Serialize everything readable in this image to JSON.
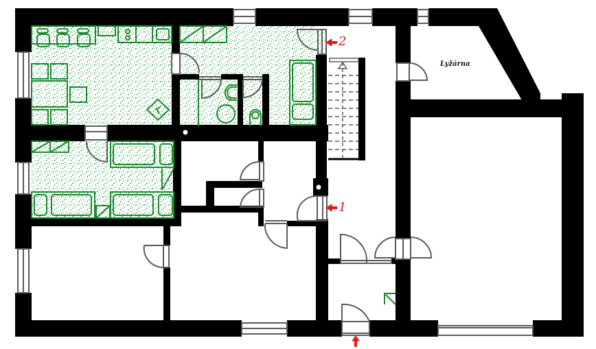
{
  "plan": {
    "type": "floor-plan",
    "colors": {
      "wall": "#000000",
      "furnished_floor": "#1f9a3a",
      "furniture_line": "#1a8a2e",
      "door_window_line": "#5a5a5a",
      "marker": "#e0191f",
      "background": "#ffffff"
    },
    "rooms": [
      {
        "id": "kitchen-dining",
        "label": "",
        "furnished": true
      },
      {
        "id": "bedroom-upper",
        "label": "",
        "furnished": true
      },
      {
        "id": "bathroom",
        "label": "",
        "furnished": true
      },
      {
        "id": "wc",
        "label": "",
        "furnished": true
      },
      {
        "id": "bedroom-lower",
        "label": "",
        "furnished": true
      },
      {
        "id": "room-southwest",
        "label": "",
        "furnished": false
      },
      {
        "id": "room-south-center",
        "label": "",
        "furnished": false
      },
      {
        "id": "stair-hall",
        "label": "",
        "furnished": false
      },
      {
        "id": "ski-room",
        "label": "Lyžárna",
        "furnished": false
      },
      {
        "id": "garage",
        "label": "",
        "furnished": false
      },
      {
        "id": "entry-vestibule",
        "label": "",
        "furnished": false
      }
    ],
    "entrance_markers": [
      {
        "id": "entrance-1",
        "label": "1",
        "arrow": "←"
      },
      {
        "id": "entrance-2",
        "label": "2",
        "arrow": "←"
      },
      {
        "id": "entrance-main",
        "label": "",
        "arrow": "↑"
      }
    ]
  }
}
